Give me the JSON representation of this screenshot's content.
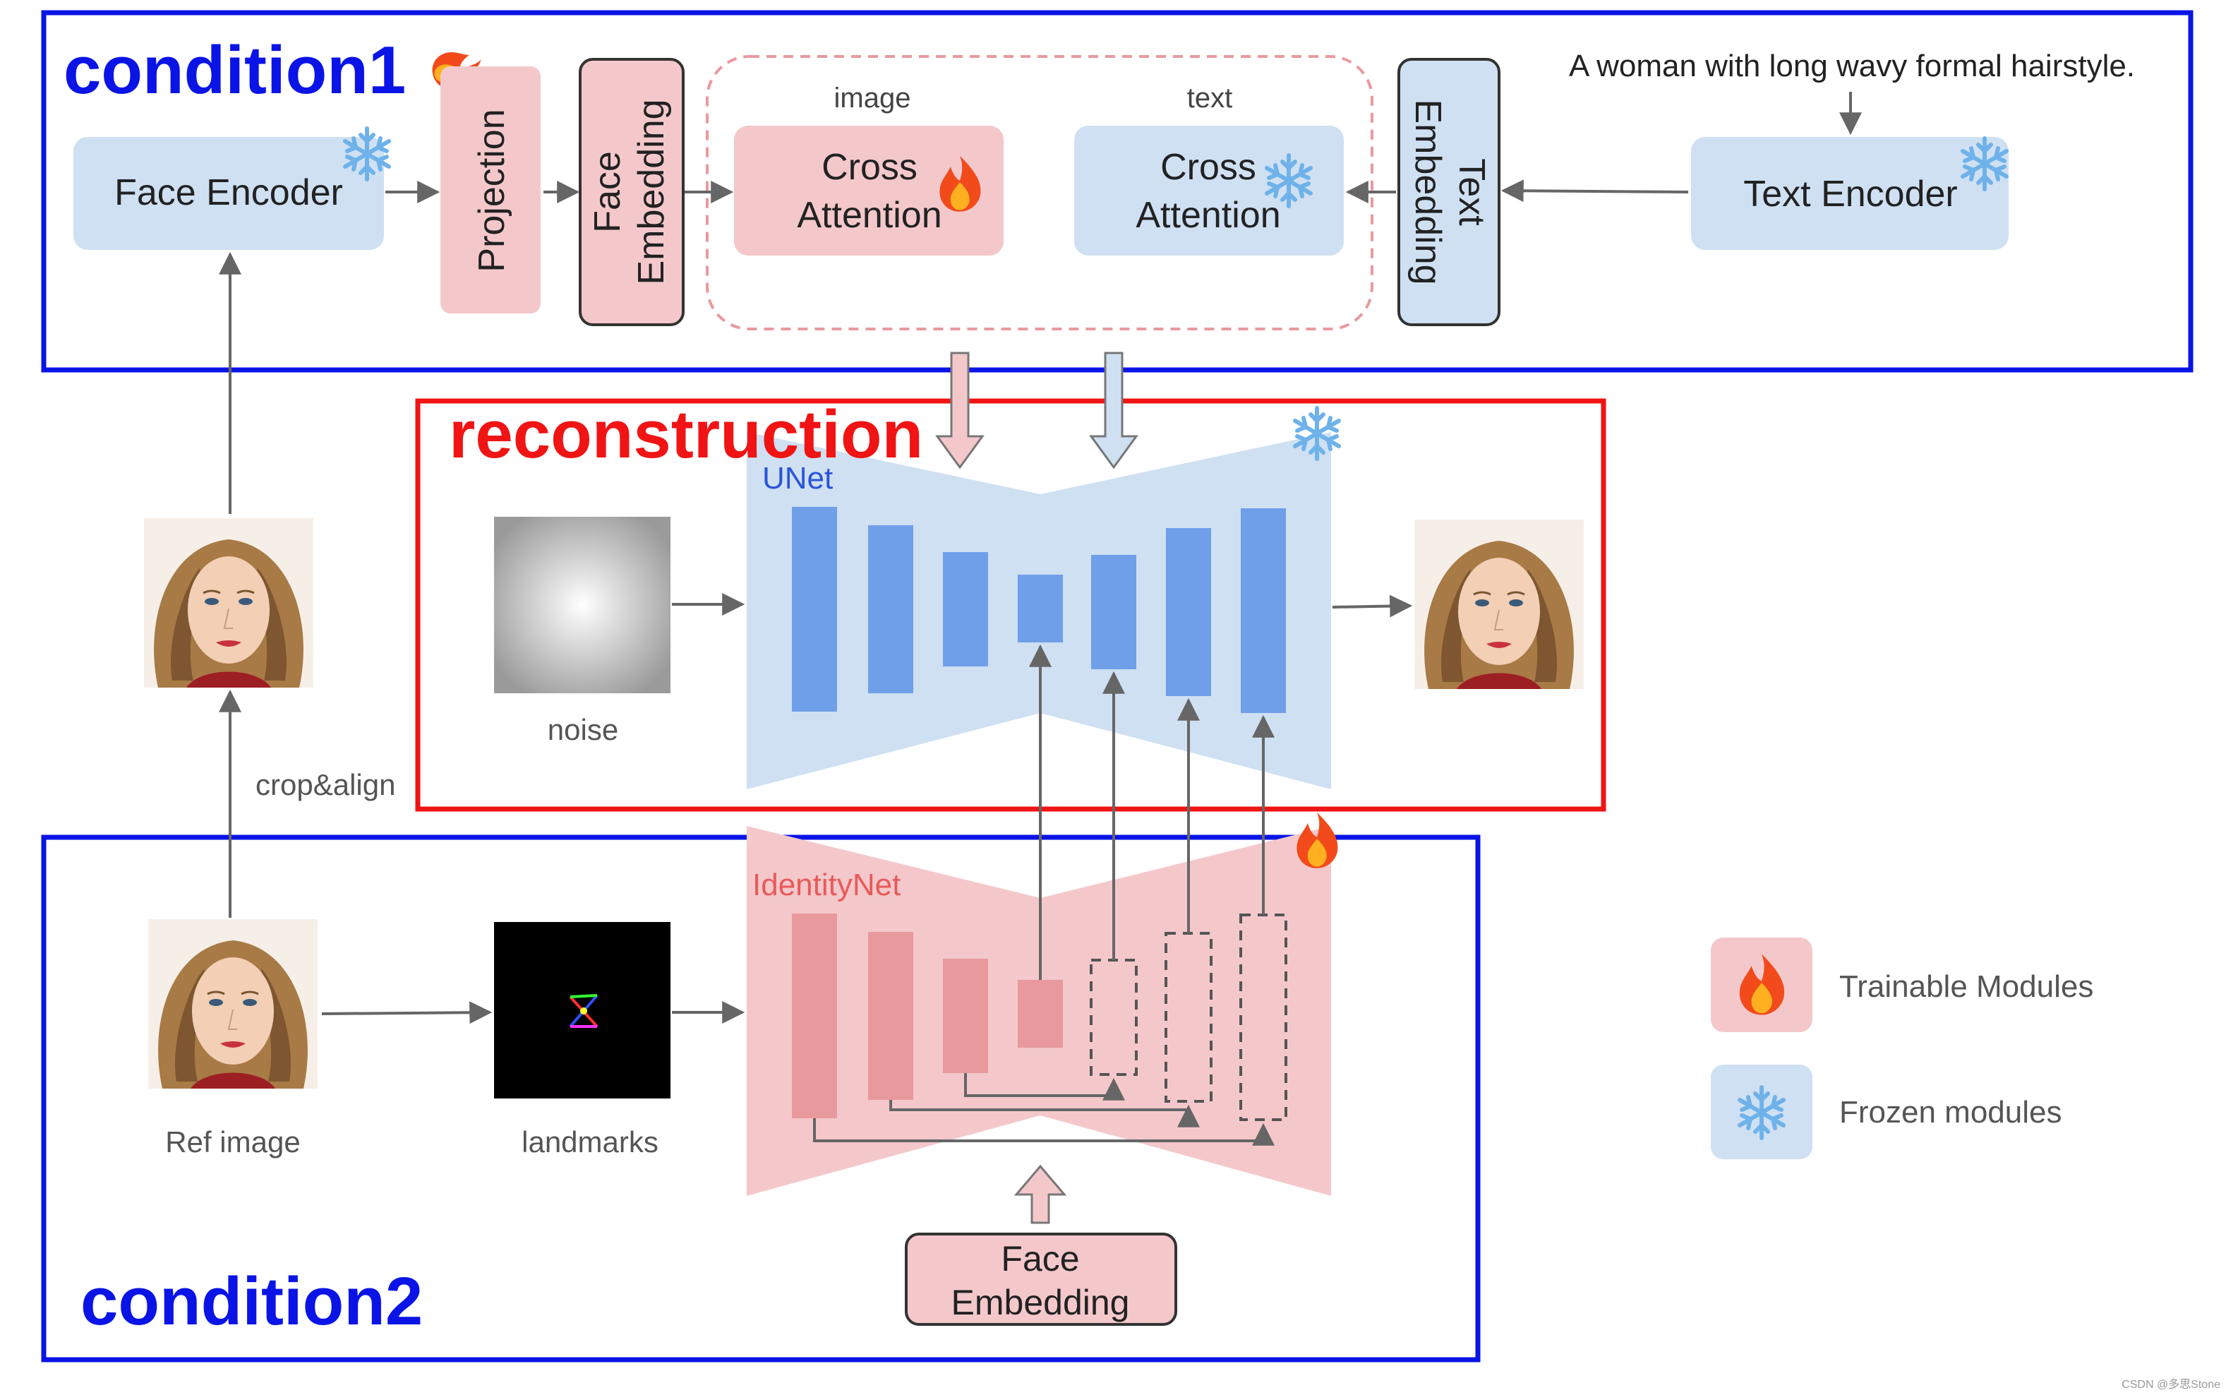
{
  "regions": {
    "condition1": "condition1",
    "reconstruction": "reconstruction",
    "condition2": "condition2"
  },
  "modules": {
    "face_encoder": "Face Encoder",
    "projection": "Projection",
    "face_embedding_top_1": "Face",
    "face_embedding_top_2": "Embedding",
    "image_caption": "image",
    "text_caption": "text",
    "cross_attention_image_1": "Cross",
    "cross_attention_image_2": "Attention",
    "cross_attention_text_1": "Cross",
    "cross_attention_text_2": "Attention",
    "text_embedding_1": "Text",
    "text_embedding_2": "Embedding",
    "text_encoder": "Text Encoder",
    "prompt": "A woman with long wavy formal hairstyle.",
    "unet": "UNet",
    "identitynet": "IdentityNet",
    "noise": "noise",
    "crop_align": "crop&align",
    "ref_image": "Ref image",
    "landmarks": "landmarks",
    "face_embedding_bottom_1": "Face",
    "face_embedding_bottom_2": "Embedding"
  },
  "legend": {
    "trainable": "Trainable Modules",
    "frozen": "Frozen modules"
  },
  "watermark": "CSDN @多思Stone",
  "icons": {
    "trainable": "fire-icon",
    "frozen": "snowflake-icon"
  },
  "colors": {
    "condition_frame": "#0a14e6",
    "reconstruction_frame": "#f01414",
    "trainable_fill": "#f4c8cb",
    "frozen_fill": "#cfe0f3",
    "unet_block": "#6f9fe8",
    "identity_block": "#e8999d"
  }
}
